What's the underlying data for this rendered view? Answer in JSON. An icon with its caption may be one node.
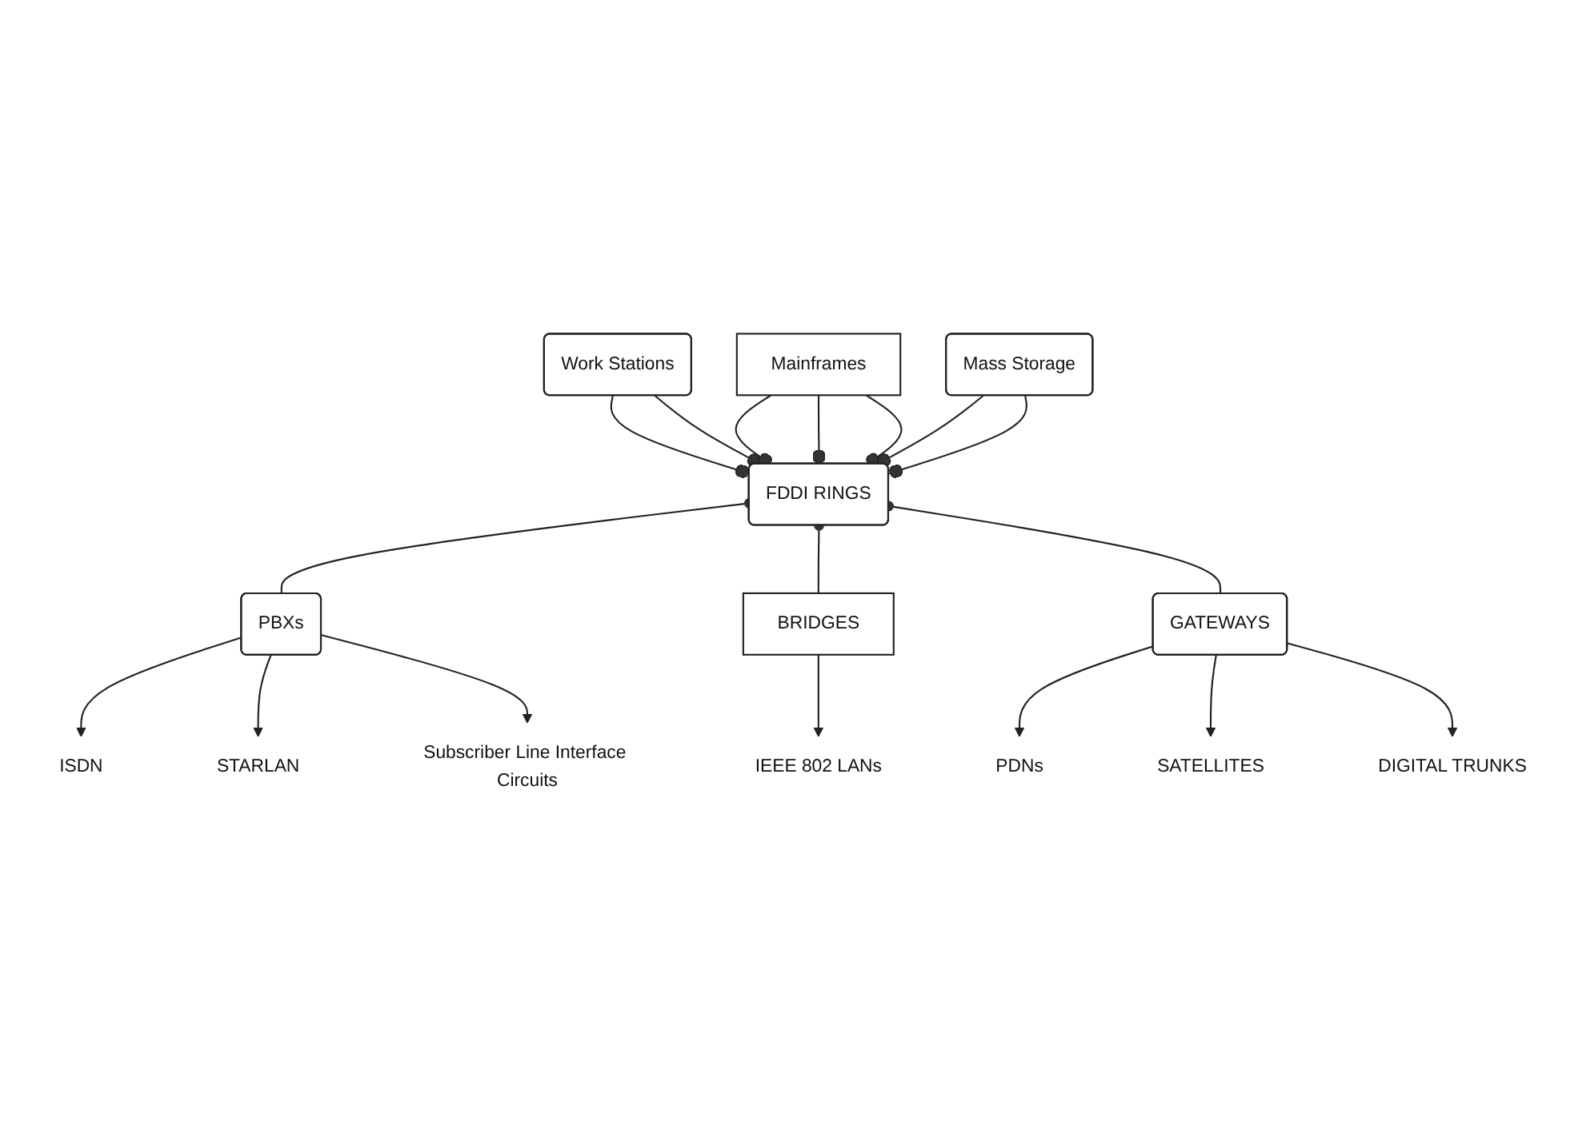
{
  "diagram": {
    "nodes": [
      {
        "text": [
          "Work Stations"
        ]
      },
      {
        "text": [
          "Mainframes"
        ]
      },
      {
        "text": [
          "Mass Storage"
        ]
      },
      {
        "text": [
          "FDDI RINGS"
        ]
      },
      {
        "text": [
          "PBXs"
        ]
      },
      {
        "text": [
          "BRIDGES"
        ]
      },
      {
        "text": [
          "GATEWAYS"
        ]
      },
      {
        "text": [
          "ISDN"
        ]
      },
      {
        "text": [
          "STARLAN"
        ]
      },
      {
        "text": [
          "Subscriber Line Interface Circuits"
        ]
      },
      {
        "text": [
          "IEEE 802 LANs"
        ]
      },
      {
        "text": [
          "PDNs"
        ]
      },
      {
        "text": [
          "SATELLITES"
        ]
      },
      {
        "text": [
          "DIGITAL TRUNKS"
        ]
      }
    ],
    "edges": [
      {
        "from": 0,
        "to": 3,
        "arrow": "other"
      },
      {
        "from": 0,
        "to": 3,
        "arrow": "other"
      },
      {
        "from": 1,
        "to": 3,
        "arrow": "other"
      },
      {
        "from": 1,
        "to": 3,
        "arrow": "other"
      },
      {
        "from": 1,
        "to": 3,
        "arrow": "other"
      },
      {
        "from": 2,
        "to": 3,
        "arrow": "other"
      },
      {
        "from": 2,
        "to": 3,
        "arrow": "other"
      },
      {
        "from": 3,
        "to": 4,
        "arrow": "other"
      },
      {
        "from": 3,
        "to": 5,
        "arrow": "other"
      },
      {
        "from": 3,
        "to": 6,
        "arrow": "other"
      },
      {
        "from": 4,
        "to": 7,
        "arrow": "to"
      },
      {
        "from": 4,
        "to": 8,
        "arrow": "to"
      },
      {
        "from": 4,
        "to": 9,
        "arrow": "to"
      },
      {
        "from": 5,
        "to": 10,
        "arrow": "to"
      },
      {
        "from": 6,
        "to": 11,
        "arrow": "to"
      },
      {
        "from": 6,
        "to": 12,
        "arrow": "to"
      },
      {
        "from": 6,
        "to": 13,
        "arrow": "to"
      }
    ]
  }
}
